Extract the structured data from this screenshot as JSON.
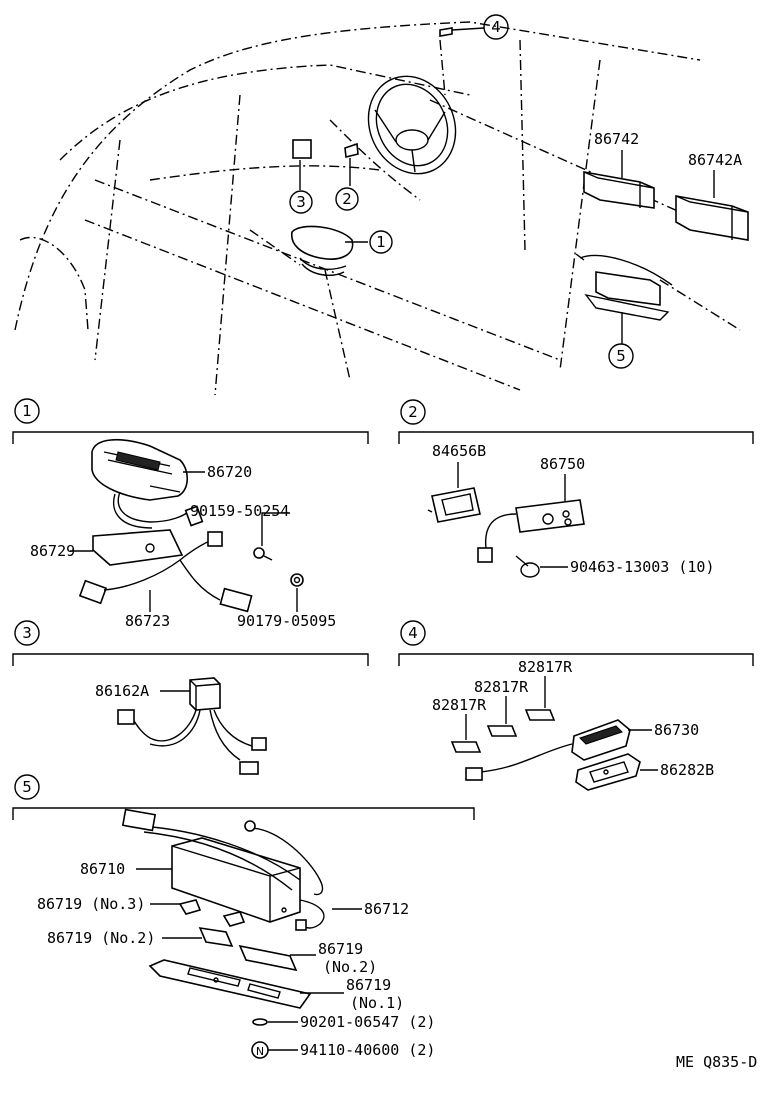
{
  "overview": {
    "callouts": [
      "1",
      "2",
      "3",
      "4",
      "5"
    ],
    "labels": [
      "86742",
      "86742A"
    ]
  },
  "sections": {
    "s1": {
      "number": "1",
      "labels": [
        "86720",
        "90159-50254",
        "86729",
        "86723",
        "90179-05095"
      ]
    },
    "s2": {
      "number": "2",
      "labels": [
        "84656B",
        "86750",
        "90463-13003 (10)"
      ]
    },
    "s3": {
      "number": "3",
      "labels": [
        "86162A"
      ]
    },
    "s4": {
      "number": "4",
      "labels": [
        "82817R",
        "82817R",
        "82817R",
        "86730",
        "86282B"
      ]
    },
    "s5": {
      "number": "5",
      "labels": [
        "86710",
        "86719 (No.3)",
        "86712",
        "86719 (No.2)",
        "86719",
        "(No.2)",
        "86719",
        "(No.1)",
        "90201-06547 (2)",
        "94110-40600 (2)"
      ]
    }
  },
  "footer": {
    "code": "ME Q835-D"
  }
}
